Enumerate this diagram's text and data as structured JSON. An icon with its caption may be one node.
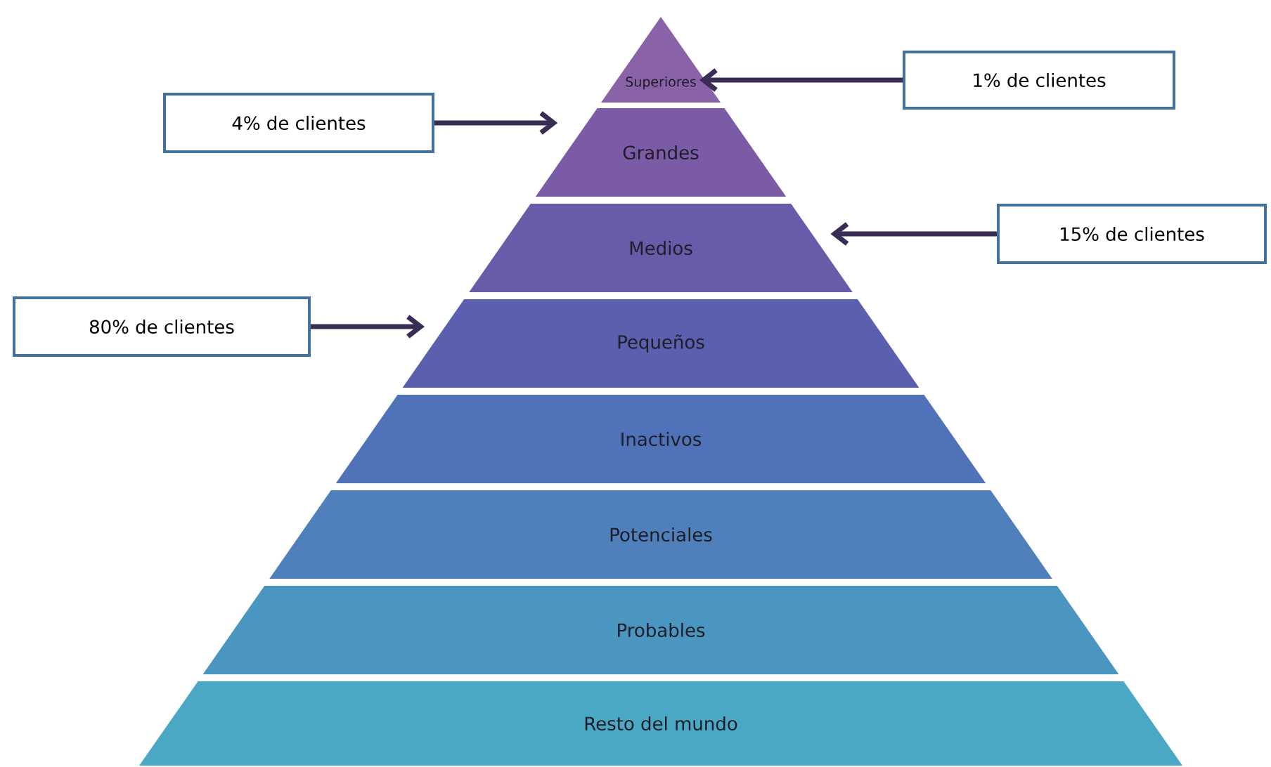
{
  "diagram": {
    "nodes": [
      {
        "text": [
          "Superiores"
        ]
      },
      {
        "text": [
          "Grandes"
        ]
      },
      {
        "text": [
          "Medios"
        ]
      },
      {
        "text": [
          "Pequeños"
        ]
      },
      {
        "text": [
          "Inactivos"
        ]
      },
      {
        "text": [
          "Potenciales"
        ]
      },
      {
        "text": [
          "Probables"
        ]
      },
      {
        "text": [
          "Resto del mundo"
        ]
      },
      {
        "text": [
          "1% de clientes"
        ]
      },
      {
        "text": [
          "4% de clientes"
        ]
      },
      {
        "text": [
          "15% de clientes"
        ]
      },
      {
        "text": [
          "80% de clientes"
        ]
      }
    ],
    "edges": [
      {
        "from": 8,
        "to": 0,
        "arrow": "to"
      },
      {
        "from": 9,
        "to": 1,
        "arrow": "to"
      },
      {
        "from": 10,
        "to": 2,
        "arrow": "to"
      },
      {
        "from": 11,
        "to": 3,
        "arrow": "to"
      }
    ]
  }
}
